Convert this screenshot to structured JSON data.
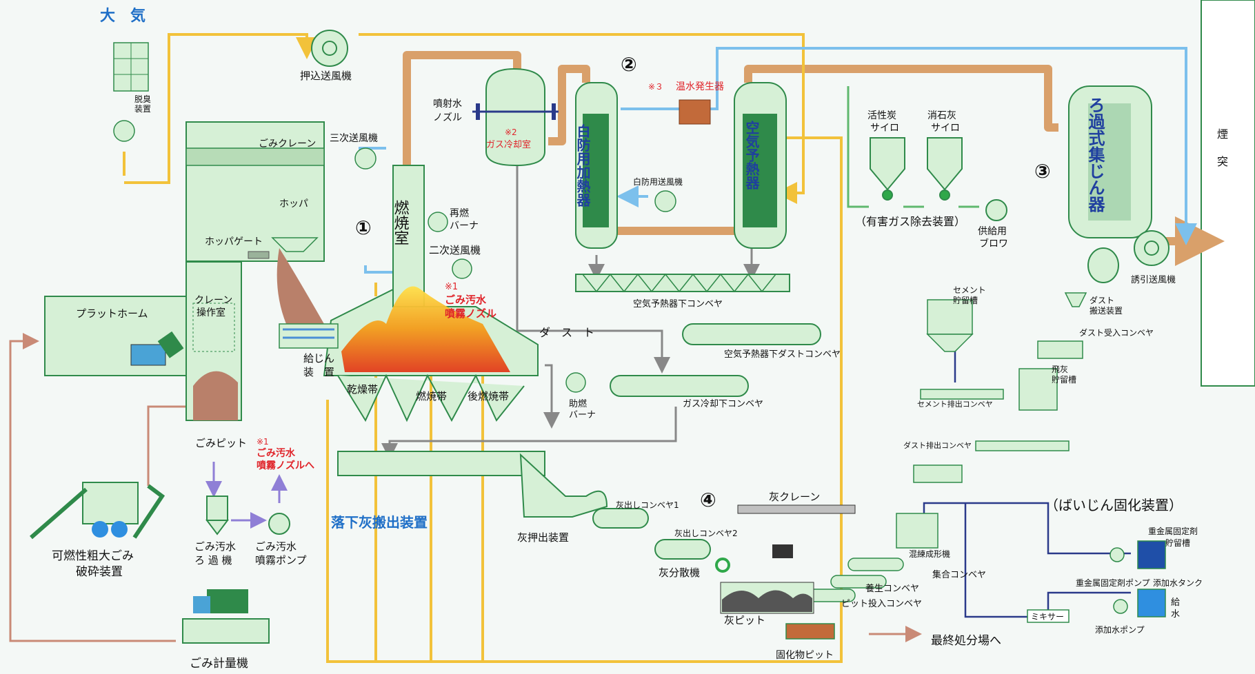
{
  "labels": {
    "atmosphere": "大　気",
    "deodorizer": [
      "脱臭",
      "装置"
    ],
    "forced_fan": "押込送風機",
    "crane": "ごみクレーン",
    "tertiary_fan": "三次送風機",
    "spray_nozzle": [
      "噴射水",
      "ノズル"
    ],
    "gas_cooler": "ガス冷却室",
    "note2": "※2",
    "plume_heater": "白防用加熱器",
    "plume_fan": "白防用送風機",
    "note3": "※３",
    "hot_water": "温水発生器",
    "air_preheater": "空気予熱器",
    "activated_carbon": [
      "活性炭",
      "サイロ"
    ],
    "lime": [
      "消石灰",
      "サイロ"
    ],
    "harmful_gas": "（有害ガス除去装置）",
    "supply_blower": [
      "供給用",
      "ブロワ"
    ],
    "bag_filter": "ろ過式集じん器",
    "chimney": [
      "煙",
      "突"
    ],
    "induced_fan": "誘引送風機",
    "hopper": "ホッパ",
    "hopper_gate": "ホッパゲート",
    "combustion_chamber": "燃焼室",
    "reburn_burner": [
      "再燃",
      "バーナ"
    ],
    "secondary_fan": "二次送風機",
    "note1": "※1",
    "waste_water_nozzle": [
      "ごみ汚水",
      "噴霧ノズル"
    ],
    "platform": "プラットホーム",
    "crane_room": [
      "クレーン",
      "操作室"
    ],
    "feeder": [
      "給じん",
      "装　置"
    ],
    "drying": "乾燥帯",
    "burning": "燃焼帯",
    "after_burning": "後燃焼帯",
    "dust": "ダ　ス　ト",
    "aux_burner": [
      "助燃",
      "バーナ"
    ],
    "ap_conveyor": "空気予熱器下コンベヤ",
    "ap_dust_conveyor": "空気予熱器下ダストコンベヤ",
    "gc_conveyor": "ガス冷却下コンベヤ",
    "pit": "ごみピット",
    "to_nozzle_note": "※1",
    "to_nozzle": [
      "ごみ汚水",
      "噴霧ノズルへ"
    ],
    "crusher": [
      "可燃性粗大ごみ",
      "破砕装置"
    ],
    "ww_filter": [
      "ごみ汚水",
      "ろ 過 機"
    ],
    "ww_pump": [
      "ごみ汚水",
      "噴霧ポンプ"
    ],
    "drop_ash": "落下灰搬出装置",
    "ash_extruder": "灰押出装置",
    "ash_conv1": "灰出しコンベヤ1",
    "ash_conv2": "灰出しコンベヤ2",
    "ash_crane": "灰クレーン",
    "ash_spreader": "灰分散機",
    "ash_pit": "灰ピット",
    "scale": "ごみ計量機",
    "cement_tank": [
      "セメント",
      "貯留槽"
    ],
    "cement_conv": "セメント排出コンベヤ",
    "dust_transport": [
      "ダスト",
      "搬送装置"
    ],
    "dust_receive": "ダスト受入コンベヤ",
    "flyash_tank": [
      "飛灰",
      "貯留槽"
    ],
    "dust_discharge": "ダスト排出コンベヤ",
    "solidify": "（ばいじん固化装置）",
    "mixer_former": "混練成形機",
    "collect_conv": "集合コンベヤ",
    "cure_conv": "養生コンベヤ",
    "pit_input_conv": "ピット投入コンベヤ",
    "solid_pit": "固化物ピット",
    "final_disposal": "最終処分場へ",
    "heavy_metal": [
      "重金属固定剤",
      "貯留槽"
    ],
    "heavy_pump": "重金属固定剤ポンプ",
    "water_tank": "添加水タンク",
    "feed_water": [
      "給",
      "水"
    ],
    "mixer": "ミキサー",
    "water_pump": "添加水ポンプ",
    "n1": "①",
    "n2": "②",
    "n3": "③",
    "n4": "④"
  },
  "colors": {
    "equipment_fill": "#c9ebc9",
    "equipment_stroke": "#2f8a4a",
    "flue_gas": "#d9a06a",
    "air_line": "#f2c23a",
    "clean_air": "#7cc0ec",
    "dust_line": "#888888",
    "waste_line": "#c98a76",
    "label_red": "#e0242a",
    "label_blue": "#1f6fc7"
  }
}
